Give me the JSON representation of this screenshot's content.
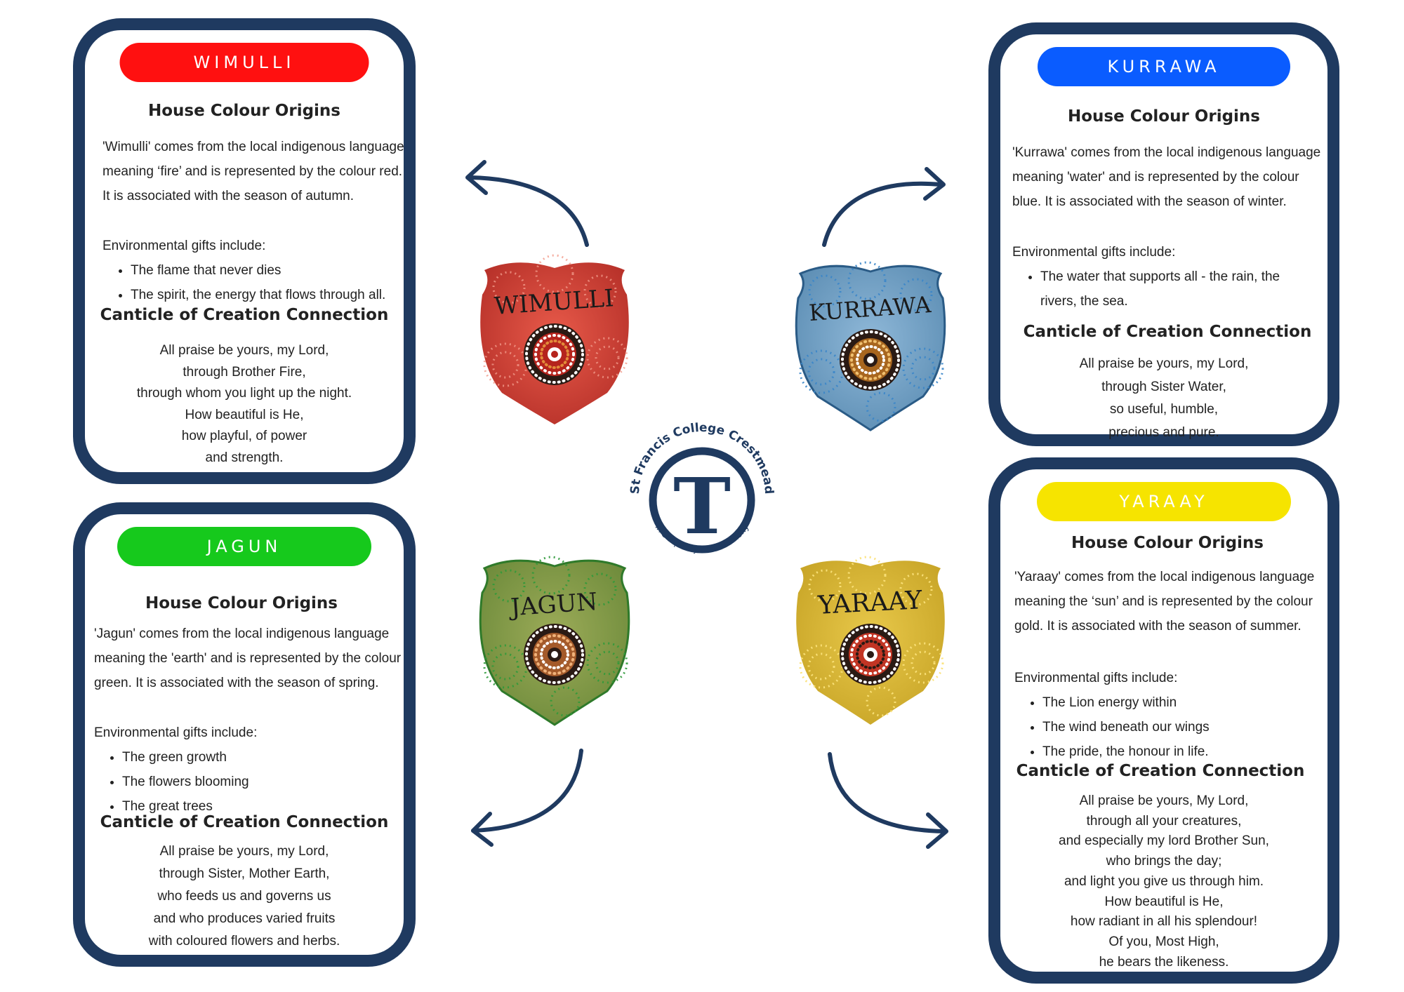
{
  "logo": {
    "top_text": "St Francis College Crestmead",
    "bottom_text": "In Simplicity and Harmony",
    "monogram": "T"
  },
  "colors": {
    "navy": "#1f3a60",
    "wimulli": "#ff1010",
    "kurrawa": "#0a5cff",
    "jagun": "#16c91c",
    "yaraay": "#f6e400"
  },
  "houses": {
    "wimulli": {
      "name": "WIMULLI",
      "shield_text": "WIMULLI",
      "origins_heading": "House Colour Origins",
      "origins": [
        "'Wimulli' comes from the local indigenous language",
        "meaning ‘fire’ and is represented by the colour red.",
        "It is associated with the season of autumn."
      ],
      "gifts_heading": "Environmental gifts include:",
      "gifts": [
        "The flame that never dies",
        "The spirit, the energy that flows through all."
      ],
      "canticle_heading": "Canticle of Creation Connection",
      "canticle": [
        "All praise be yours, my Lord,",
        "through Brother Fire,",
        "through whom you light up the night.",
        "How beautiful is He,",
        "how playful, of power",
        "and strength."
      ]
    },
    "kurrawa": {
      "name": "KURRAWA",
      "shield_text": "KURRAWA",
      "origins_heading": "House Colour Origins",
      "origins": [
        "'Kurrawa' comes from the local indigenous language",
        "meaning 'water' and is represented by the colour",
        "blue. It is associated with the season of winter."
      ],
      "gifts_heading": "Environmental gifts include:",
      "gifts": [
        "The water that supports all - the rain, the",
        "rivers, the sea."
      ],
      "canticle_heading": "Canticle of Creation Connection",
      "canticle": [
        "All praise be yours, my Lord,",
        "through Sister Water,",
        "so useful, humble,",
        "precious and pure."
      ]
    },
    "jagun": {
      "name": "JAGUN",
      "shield_text": "JAGUN",
      "origins_heading": "House Colour Origins",
      "origins": [
        "'Jagun' comes from the local indigenous language",
        "meaning the 'earth' and is represented by the colour",
        "green. It is associated with the season of spring."
      ],
      "gifts_heading": "Environmental gifts include:",
      "gifts": [
        "The green growth",
        "The flowers blooming",
        "The great trees"
      ],
      "canticle_heading": "Canticle of Creation Connection",
      "canticle": [
        "All praise be yours, my Lord,",
        "through Sister, Mother Earth,",
        "who feeds us and governs us",
        "and who produces varied fruits",
        "with coloured flowers and herbs."
      ]
    },
    "yaraay": {
      "name": "YARAAY",
      "shield_text": "YARAAY",
      "origins_heading": "House Colour Origins",
      "origins": [
        "'Yaraay' comes from the local indigenous language",
        "meaning the ‘sun’ and is represented by the colour",
        "gold. It is associated with the season of summer."
      ],
      "gifts_heading": "Environmental gifts include:",
      "gifts": [
        "The Lion energy within",
        "The wind beneath our wings",
        "The pride, the honour in life."
      ],
      "canticle_heading": "Canticle of Creation Connection",
      "canticle": [
        "All praise be yours, My Lord,",
        "through all your creatures,",
        "and especially my lord Brother Sun,",
        "who brings the day;",
        "and light you give us through him.",
        "How beautiful is He,",
        "how radiant in all his splendour!",
        "Of you, Most High,",
        "he bears the likeness."
      ]
    }
  }
}
